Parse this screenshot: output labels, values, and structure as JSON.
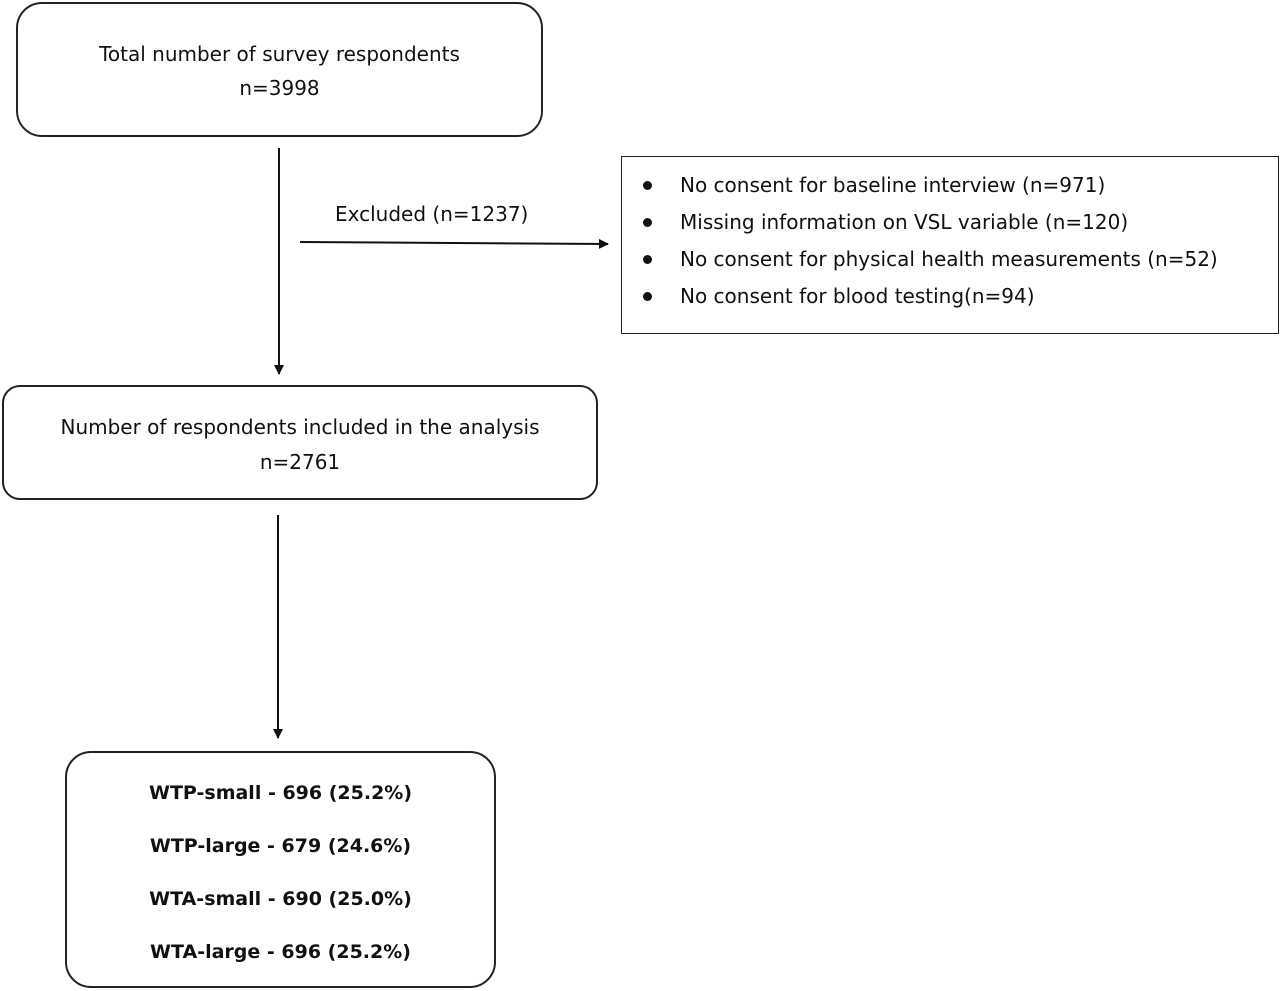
{
  "flowchart": {
    "total_box": {
      "title": "Total number of survey respondents",
      "count": "n=3998"
    },
    "excluded_label": "Excluded (n=1237)",
    "exclusion_reasons": [
      "No consent for baseline interview  (n=971)",
      "Missing information on VSL variable (n=120)",
      "No consent for physical health measurements (n=52)",
      "No consent for blood testing(n=94)"
    ],
    "included_box": {
      "title": "Number of respondents included in the analysis",
      "count": "n=2761"
    },
    "groups": [
      "WTP-small - 696 (25.2%)",
      "WTP-large - 679 (24.6%)",
      "WTA-small - 690 (25.0%)",
      "WTA-large - 696 (25.2%)"
    ]
  }
}
